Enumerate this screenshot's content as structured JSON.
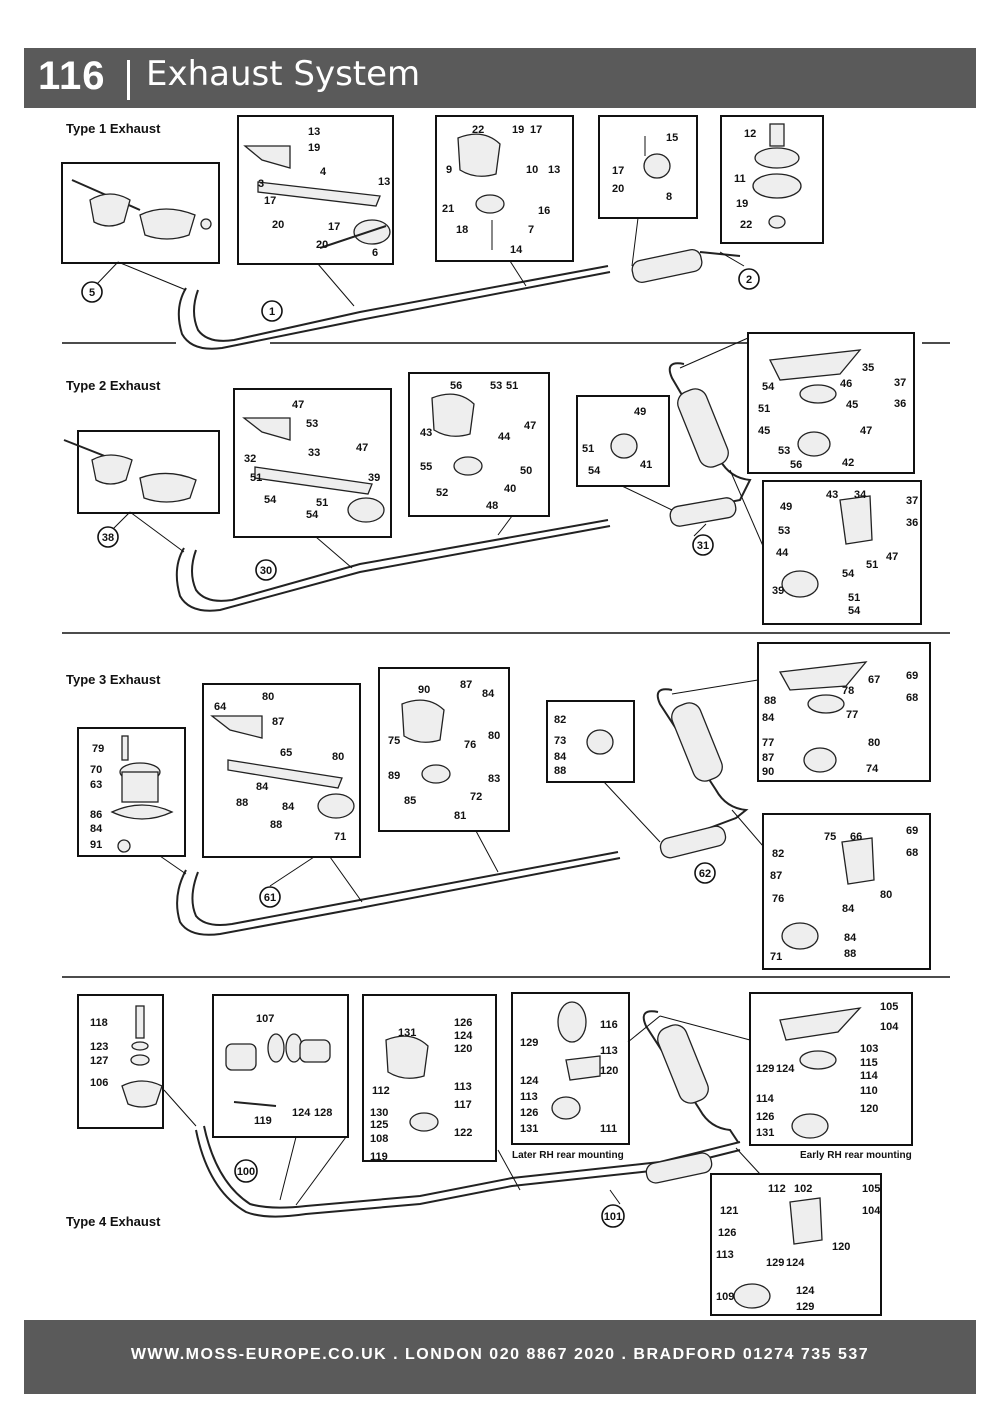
{
  "header": {
    "page_number": "116",
    "title": "Exhaust System"
  },
  "sections": [
    {
      "title": "Type 1 Exhaust",
      "callouts": [
        "5",
        "1",
        "2"
      ],
      "box_labels": [
        [
          "13",
          "19",
          "3",
          "4",
          "13",
          "17",
          "20",
          "17",
          "20",
          "6"
        ],
        [
          "22",
          "19",
          "17",
          "9",
          "10",
          "13",
          "21",
          "16",
          "18",
          "7",
          "14"
        ],
        [
          "15",
          "17",
          "20",
          "8"
        ],
        [
          "12",
          "11",
          "19",
          "22"
        ]
      ]
    },
    {
      "title": "Type 2 Exhaust",
      "callouts": [
        "38",
        "30",
        "31"
      ],
      "box_labels": [
        [
          "47",
          "53",
          "32",
          "33",
          "47",
          "51",
          "39",
          "54",
          "51",
          "54"
        ],
        [
          "56",
          "53",
          "51",
          "47",
          "43",
          "44",
          "55",
          "50",
          "52",
          "40",
          "48"
        ],
        [
          "49",
          "51",
          "41",
          "54"
        ],
        [
          "35",
          "54",
          "46",
          "37",
          "51",
          "45",
          "36",
          "45",
          "47",
          "53",
          "56",
          "42"
        ],
        [
          "49",
          "43",
          "34",
          "37",
          "53",
          "36",
          "44",
          "47",
          "54",
          "51",
          "39",
          "51",
          "54"
        ]
      ]
    },
    {
      "title": "Type 3 Exhaust",
      "callouts": [
        "61",
        "62"
      ],
      "box_labels": [
        [
          "79",
          "70",
          "63",
          "86",
          "84",
          "91"
        ],
        [
          "80",
          "64",
          "87",
          "65",
          "80",
          "88",
          "84",
          "84",
          "88",
          "71"
        ],
        [
          "90",
          "87",
          "84",
          "80",
          "75",
          "76",
          "89",
          "83",
          "85",
          "72",
          "81"
        ],
        [
          "82",
          "73",
          "84",
          "88"
        ],
        [
          "67",
          "69",
          "78",
          "68",
          "88",
          "77",
          "84",
          "77",
          "87",
          "80",
          "90",
          "74"
        ],
        [
          "69",
          "75",
          "66",
          "68",
          "82",
          "87",
          "80",
          "76",
          "84",
          "71",
          "84",
          "88"
        ]
      ]
    },
    {
      "title": "Type 4 Exhaust",
      "callouts": [
        "100",
        "101"
      ],
      "box_labels": [
        [
          "118",
          "123",
          "127",
          "106"
        ],
        [
          "107",
          "124",
          "128",
          "119"
        ],
        [
          "131",
          "126",
          "124",
          "120",
          "112",
          "113",
          "117",
          "130",
          "125",
          "122",
          "108",
          "119"
        ],
        [
          "116",
          "129",
          "113",
          "124",
          "120",
          "113",
          "126",
          "131",
          "111"
        ],
        [
          "105",
          "104",
          "103",
          "115",
          "129",
          "124",
          "114",
          "110",
          "114",
          "126",
          "120",
          "131"
        ],
        [
          "112",
          "102",
          "105",
          "121",
          "104",
          "126",
          "120",
          "113",
          "129",
          "124",
          "109",
          "124",
          "129"
        ]
      ]
    }
  ],
  "captions": {
    "later": "Later RH rear mounting",
    "early": "Early RH rear mounting"
  },
  "footer": {
    "contact": "WWW.MOSS-EUROPE.CO.UK . LONDON 020 8867 2020 . BRADFORD 01274 735 537"
  }
}
